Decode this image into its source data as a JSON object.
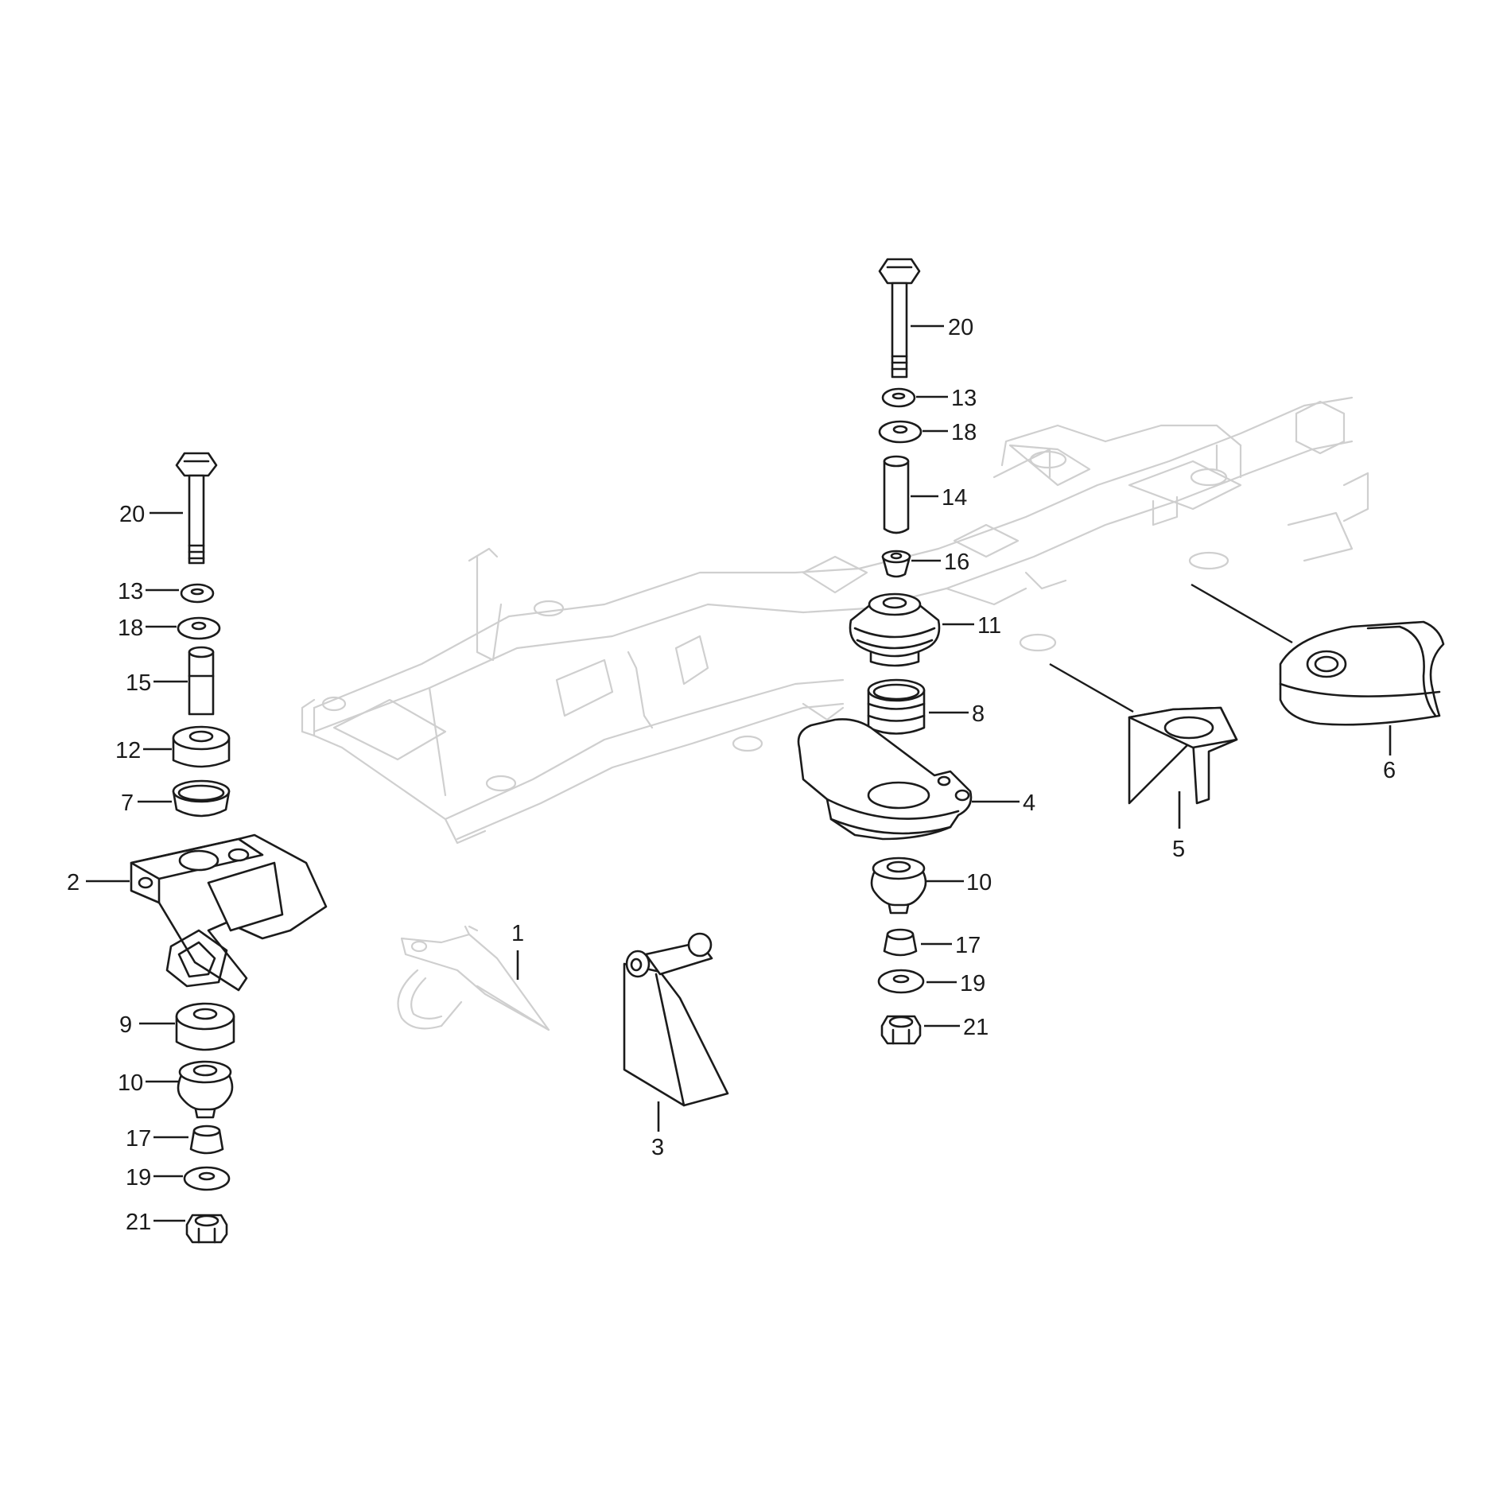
{
  "callouts": [
    {
      "id": "c-20-left",
      "label": "20",
      "part": "bolt"
    },
    {
      "id": "c-13-left",
      "label": "13",
      "part": "washer"
    },
    {
      "id": "c-18-left",
      "label": "18",
      "part": "washer"
    },
    {
      "id": "c-15-left",
      "label": "15",
      "part": "sleeve"
    },
    {
      "id": "c-12-left",
      "label": "12",
      "part": "bushing"
    },
    {
      "id": "c-7-left",
      "label": "7",
      "part": "ring"
    },
    {
      "id": "c-2-left",
      "label": "2",
      "part": "bracket"
    },
    {
      "id": "c-9-left",
      "label": "9",
      "part": "rubber-mount"
    },
    {
      "id": "c-10-left",
      "label": "10",
      "part": "rubber-mount"
    },
    {
      "id": "c-17-left",
      "label": "17",
      "part": "spacer"
    },
    {
      "id": "c-19-left",
      "label": "19",
      "part": "washer"
    },
    {
      "id": "c-21-left",
      "label": "21",
      "part": "nut"
    },
    {
      "id": "c-1",
      "label": "1",
      "part": "frame-bracket"
    },
    {
      "id": "c-3",
      "label": "3",
      "part": "mount-block"
    },
    {
      "id": "c-20-right",
      "label": "20",
      "part": "bolt"
    },
    {
      "id": "c-13-right",
      "label": "13",
      "part": "washer"
    },
    {
      "id": "c-18-right",
      "label": "18",
      "part": "washer"
    },
    {
      "id": "c-14-right",
      "label": "14",
      "part": "sleeve"
    },
    {
      "id": "c-16-right",
      "label": "16",
      "part": "spacer"
    },
    {
      "id": "c-11-right",
      "label": "11",
      "part": "rubber-mount"
    },
    {
      "id": "c-8-right",
      "label": "8",
      "part": "ring"
    },
    {
      "id": "c-4",
      "label": "4",
      "part": "bracket"
    },
    {
      "id": "c-10-right",
      "label": "10",
      "part": "rubber-mount"
    },
    {
      "id": "c-17-right",
      "label": "17",
      "part": "spacer"
    },
    {
      "id": "c-19-right",
      "label": "19",
      "part": "washer"
    },
    {
      "id": "c-21-right",
      "label": "21",
      "part": "nut"
    },
    {
      "id": "c-5",
      "label": "5",
      "part": "bracket"
    },
    {
      "id": "c-6",
      "label": "6",
      "part": "bracket"
    }
  ],
  "colors": {
    "ink": "#1b1b1b",
    "frame": "#cfcfcf",
    "background": "#ffffff"
  }
}
